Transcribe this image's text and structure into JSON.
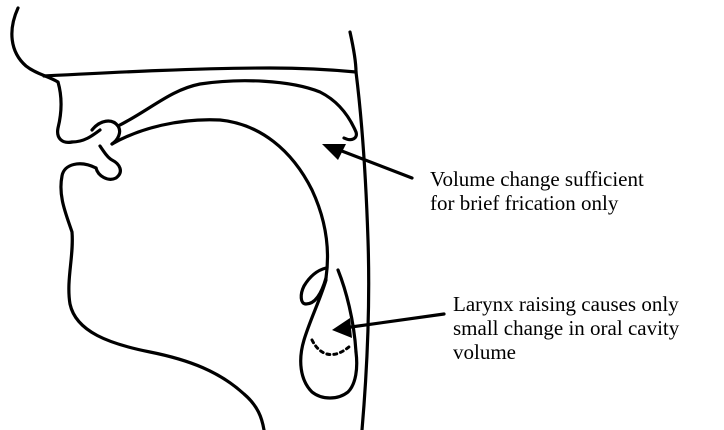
{
  "annotations": {
    "volume_change": {
      "line1": "Volume change sufficient",
      "line2": "for brief frication only"
    },
    "larynx_raising": {
      "line1": "Larynx raising causes only",
      "line2": "small change in oral cavity",
      "line3": "volume"
    }
  },
  "colors": {
    "stroke": "#000000",
    "background": "#ffffff"
  }
}
